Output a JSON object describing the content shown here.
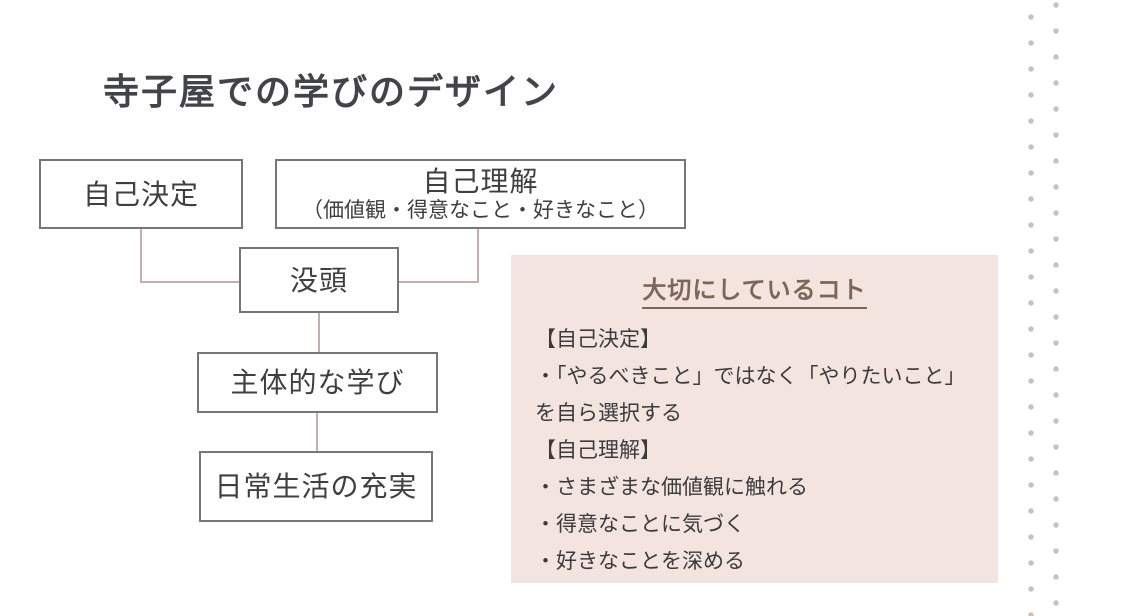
{
  "page": {
    "title": "寺子屋での学びのデザイン"
  },
  "colors": {
    "background": "#ffffff",
    "title_text": "#43434a",
    "box_border": "#767676",
    "box_text": "#3f3f3f",
    "connector_line": "#c5afab",
    "panel_background": "#f3e4e0",
    "panel_title_text": "#7d6659",
    "panel_body_text": "#3b3b3b",
    "border_dots": "#c9c1ba"
  },
  "flowchart": {
    "boxes": [
      {
        "label": "自己決定"
      },
      {
        "label": "自己理解",
        "sublabel": "（価値観・得意なこと・好きなこと）"
      },
      {
        "label": "没頭"
      },
      {
        "label": "主体的な学び"
      },
      {
        "label": "日常生活の充実"
      }
    ]
  },
  "panel": {
    "title": "大切にしているコト",
    "lines": [
      "【自己決定】",
      "・「やるべきこと」ではなく「やりたいこと」",
      "を自ら選択する",
      "【自己理解】",
      "・さまざまな価値観に触れる",
      "・得意なことに気づく",
      "・好きなことを深める"
    ]
  },
  "decoration": {
    "right_dotted_border_columns": 2
  }
}
